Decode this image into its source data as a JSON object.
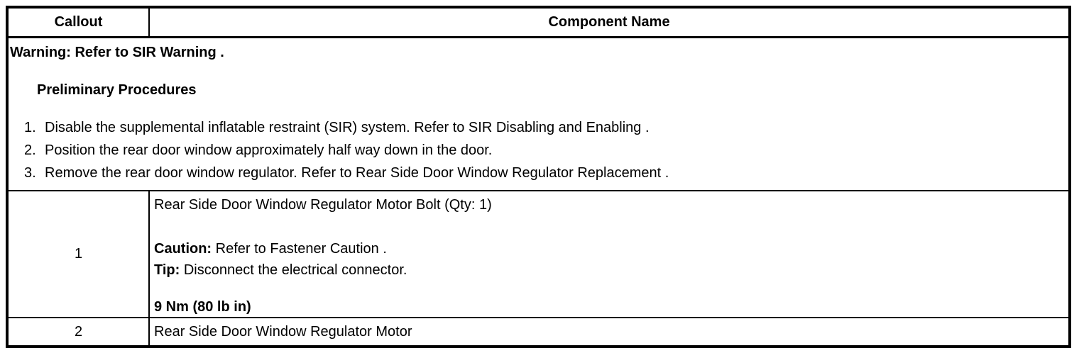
{
  "table": {
    "headers": {
      "callout": "Callout",
      "component": "Component Name"
    },
    "warning_row": {
      "warning_line": "Warning: Refer to SIR Warning .",
      "preliminary_title": "Preliminary Procedures",
      "steps": [
        {
          "num": "1.",
          "text": "Disable the supplemental inflatable restraint (SIR) system. Refer to SIR Disabling and Enabling ."
        },
        {
          "num": "2.",
          "text": "Position the rear door window approximately half way down in the door."
        },
        {
          "num": "3.",
          "text": "Remove the rear door window regulator. Refer to Rear Side Door Window Regulator Replacement ."
        }
      ]
    },
    "rows": [
      {
        "callout": "1",
        "component_name": "Rear Side Door Window Regulator Motor Bolt (Qty: 1)",
        "caution_label": "Caution:",
        "caution_text": " Refer to Fastener Caution .",
        "tip_label": "Tip:",
        "tip_text": " Disconnect the electrical connector.",
        "torque": "9 Nm (80 lb in)"
      },
      {
        "callout": "2",
        "component_name": "Rear Side Door Window Regulator Motor"
      }
    ]
  },
  "colors": {
    "border": "#000000",
    "text": "#000000",
    "background": "#ffffff"
  }
}
